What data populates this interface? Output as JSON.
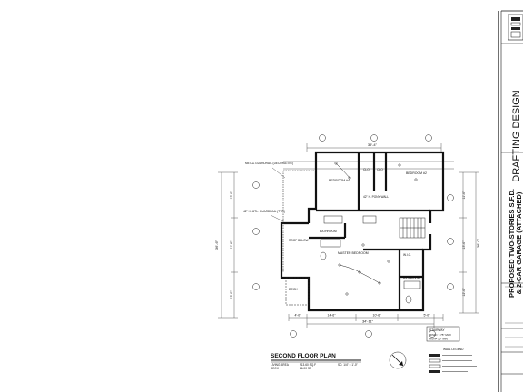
{
  "plan": {
    "title": "SECOND FLOOR PLAN",
    "area_rows": [
      {
        "label": "LIVING AREA",
        "value": "913.60 SQ.F"
      },
      {
        "label": "DECK",
        "value": "26.00 SF"
      }
    ],
    "scale": "SC: 1/4\" = 1'-0\"",
    "rooms": [
      {
        "id": "bedroom4",
        "label": "BEDROOM #4"
      },
      {
        "id": "bedroom2",
        "label": "BEDROOM #2"
      },
      {
        "id": "clo1",
        "label": "CLO"
      },
      {
        "id": "clo2",
        "label": "CLO"
      },
      {
        "id": "bathroom1",
        "label": "BATHROOM"
      },
      {
        "id": "master",
        "label": "MASTER BEDROOM"
      },
      {
        "id": "wic",
        "label": "W.I.C."
      },
      {
        "id": "bathroom2",
        "label": "BATHROOM"
      },
      {
        "id": "deck",
        "label": "DECK"
      },
      {
        "id": "roof",
        "label": "ROOF BELOW"
      }
    ],
    "notes": [
      {
        "id": "metal-guardrail",
        "text": "METAL GUARDRAIL (DECORATIVE)"
      },
      {
        "id": "guardrail-2",
        "text": "42\" H. MTL. GUARDRAIL (TYP.)"
      },
      {
        "id": "pony-wall",
        "text": "42\" H. PONY WALL"
      }
    ],
    "dimensions": {
      "top": "39'-4\"",
      "bottom_segments": [
        "4'-0\"",
        "14'-6\"",
        "10'-6\"",
        "5'-0\""
      ],
      "bottom_total": "34'-11\"",
      "left": "36'-6\"",
      "left_segments": [
        "12'-0\"",
        "11'-6\"",
        "13'-0\""
      ],
      "right": "36'-0\"",
      "right_segments": [
        "11'-0\"",
        "13'-0\"",
        "12'-0\""
      ]
    },
    "stairway": {
      "title": "STAIRWAY",
      "rows": [
        "RISE= 7.75\" MAX",
        "RUN= 10\" MIN"
      ]
    },
    "legend": {
      "title": "WALL LEGEND"
    }
  },
  "title_block": {
    "firm": "DRAFTING DESIGN",
    "project_line1": "PROPOSED TWO-STORIES S.F.D.",
    "project_line2": "& 2-CAR GARAGE (ATTACHED)"
  },
  "colors": {
    "ink": "#111111",
    "paper": "#ffffff"
  }
}
